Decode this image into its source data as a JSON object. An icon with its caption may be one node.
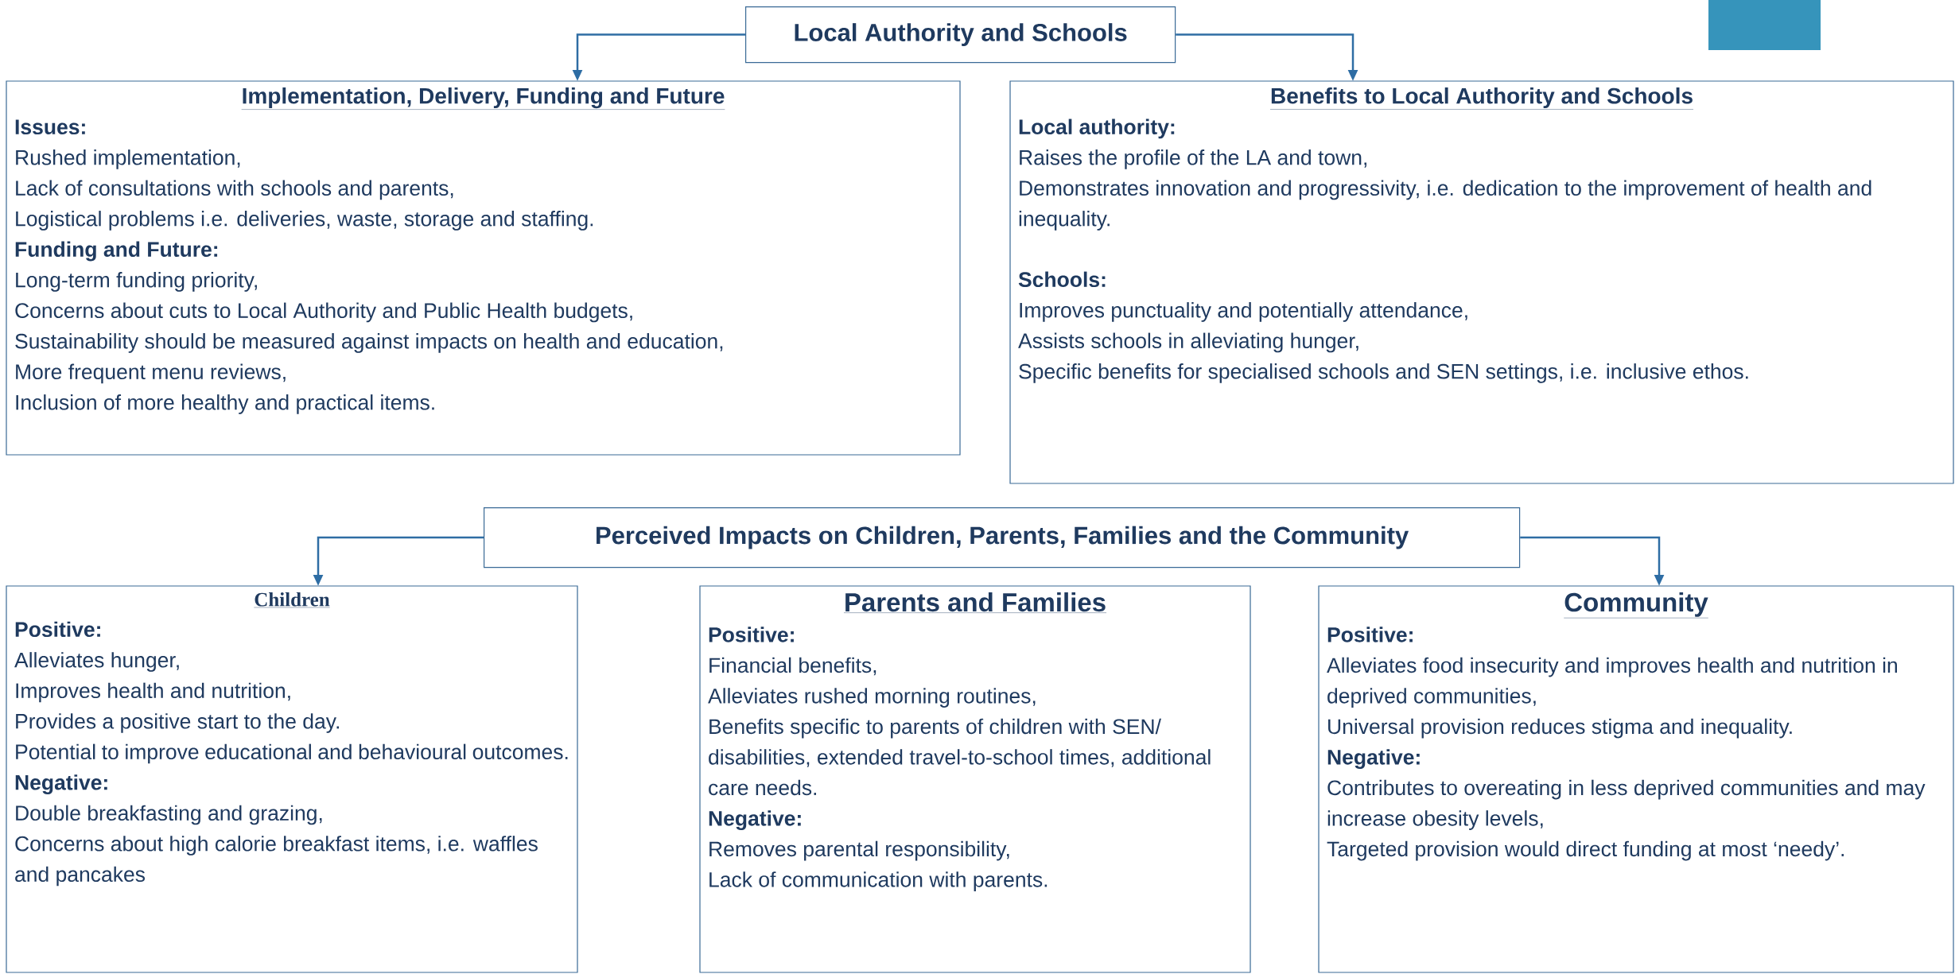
{
  "diagram": {
    "nodes": [
      {
        "text": [
          "Local Authority and Schools"
        ]
      },
      {
        "text": [
          "Implementation, Delivery, Funding and Future",
          "Issues:",
          "Rushed implementation,",
          "Lack of consultations with schools and parents,",
          "Logistical problems i.e. deliveries, waste, storage and staffing.",
          "Funding and Future:",
          "Long-term funding priority,",
          "Concerns about cuts to Local Authority and Public Health budgets,",
          "Sustainability should be measured against impacts on health and education,",
          "More frequent menu reviews,",
          "Inclusion of more healthy and practical items."
        ]
      },
      {
        "text": [
          "Benefits to Local Authority and Schools",
          "Local authority:",
          "Raises the profile of the LA and town,",
          "Demonstrates innovation and progressivity, i.e. dedication to the improvement of health and inequality.",
          "Schools:",
          "Improves punctuality and potentially attendance,",
          "Assists schools in alleviating hunger,",
          "Specific benefits for specialised schools and SEN settings, i.e. inclusive ethos."
        ]
      },
      {
        "text": [
          "Perceived Impacts on Children, Parents, Families and the Community"
        ]
      },
      {
        "text": [
          "Children",
          "Positive:",
          "Alleviates hunger,",
          "Improves health and nutrition,",
          "Provides a positive start to the day.",
          "Potential to improve educational and behavioural outcomes.",
          "Negative:",
          "Double breakfasting and grazing,",
          "Concerns about high calorie breakfast items, i.e. waffles and pancakes"
        ]
      },
      {
        "text": [
          "Parents and Families",
          "Positive:",
          "Financial benefits,",
          "Alleviates rushed morning routines,",
          "Benefits specific to parents of children with SEN/ disabilities, extended travel-to-school times, additional care needs.",
          "Negative:",
          "Removes parental responsibility,",
          "Lack of communication with parents."
        ]
      },
      {
        "text": [
          "Community",
          "Positive:",
          "Alleviates food insecurity and improves health and nutrition in deprived communities,",
          "Universal provision reduces stigma and inequality.",
          "Negative:",
          "Contributes to overeating in less deprived communities and may increase obesity levels,",
          "Targeted provision would direct funding at most ‘needy’."
        ]
      }
    ],
    "edges": [
      {
        "from": 0,
        "to": 1,
        "arrow": "to"
      },
      {
        "from": 0,
        "to": 2,
        "arrow": "to"
      },
      {
        "from": 3,
        "to": 4,
        "arrow": "to"
      },
      {
        "from": 3,
        "to": 6,
        "arrow": "to"
      }
    ]
  }
}
